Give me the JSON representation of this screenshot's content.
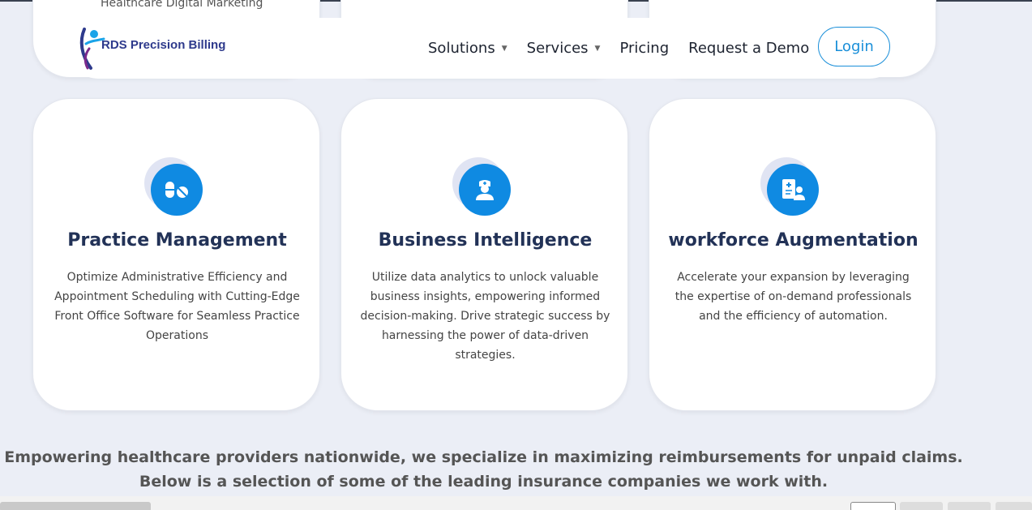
{
  "peek": {
    "text": "Healthcare Digital Marketing"
  },
  "header": {
    "brand": "RDS Precision Billing",
    "nav": [
      {
        "label": "Solutions",
        "has_dropdown": true
      },
      {
        "label": "Services",
        "has_dropdown": true
      },
      {
        "label": "Pricing",
        "has_dropdown": false
      },
      {
        "label": "Request a Demo",
        "has_dropdown": false
      }
    ],
    "login": "Login"
  },
  "cards": [
    {
      "icon": "pills-icon",
      "title": "Practice Management",
      "description": "Optimize Administrative Efficiency and Appointment Scheduling with Cutting-Edge Front Office Software for Seamless Practice Operations"
    },
    {
      "icon": "doctor-icon",
      "title": "Business Intelligence",
      "description": "Utilize data analytics to unlock valuable business insights, empowering informed decision-making. Drive strategic success by harnessing the power of data-driven strategies."
    },
    {
      "icon": "medical-staff-icon",
      "title": "workforce Augmentation",
      "description": "Accelerate your expansion by leveraging the expertise of on-demand professionals and the efficiency of automation."
    }
  ],
  "tagline": {
    "line1": "Empowering healthcare providers nationwide, we specialize in maximizing reimbursements for unpaid claims.",
    "line2": "Below is a selection of some of the leading insurance companies we work with."
  },
  "colors": {
    "accent": "#0f8ae2",
    "brand": "#2e3a8c",
    "title": "#223257",
    "background": "#ebeef6"
  }
}
